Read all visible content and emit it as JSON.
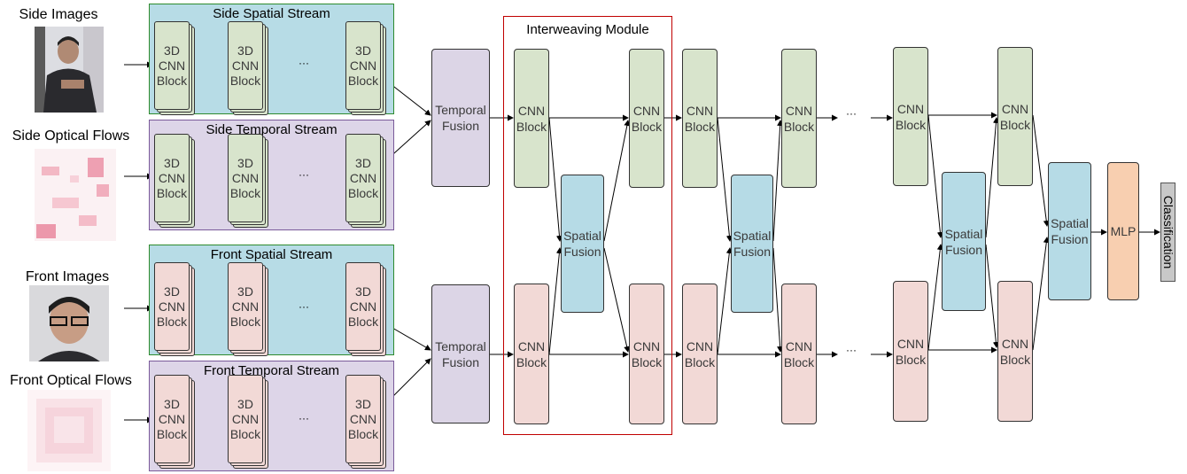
{
  "inputs": {
    "side_images": "Side Images",
    "side_flows": "Side Optical Flows",
    "front_images": "Front Images",
    "front_flows": "Front Optical Flows"
  },
  "streams": {
    "side_spatial": "Side Spatial Stream",
    "side_temporal": "Side Temporal Stream",
    "front_spatial": "Front Spatial Stream",
    "front_temporal": "Front Temporal Stream"
  },
  "block_label": "3D\nCNN\nBlock",
  "ellipsis": "···",
  "temporal_fusion": "Temporal\nFusion",
  "interweaving_module": "Interweaving Module",
  "cnn_block": "CNN\nBlock",
  "spatial_fusion": "Spatial\nFusion",
  "mlp": "MLP",
  "classification": "Classification",
  "colors": {
    "spatial_stream_bg": "#b7dce6",
    "spatial_stream_border": "#2e8b2e",
    "temporal_stream_bg": "#ddd5e8",
    "temporal_stream_border": "#7a5a9a",
    "module_border": "#c00000",
    "green_block": "#d8e4cc",
    "pink_block": "#f2d9d6",
    "fusion_blue": "#b6dbe6",
    "mlp_orange": "#f8cfb0",
    "classification_bg": "#c8c8c8"
  }
}
